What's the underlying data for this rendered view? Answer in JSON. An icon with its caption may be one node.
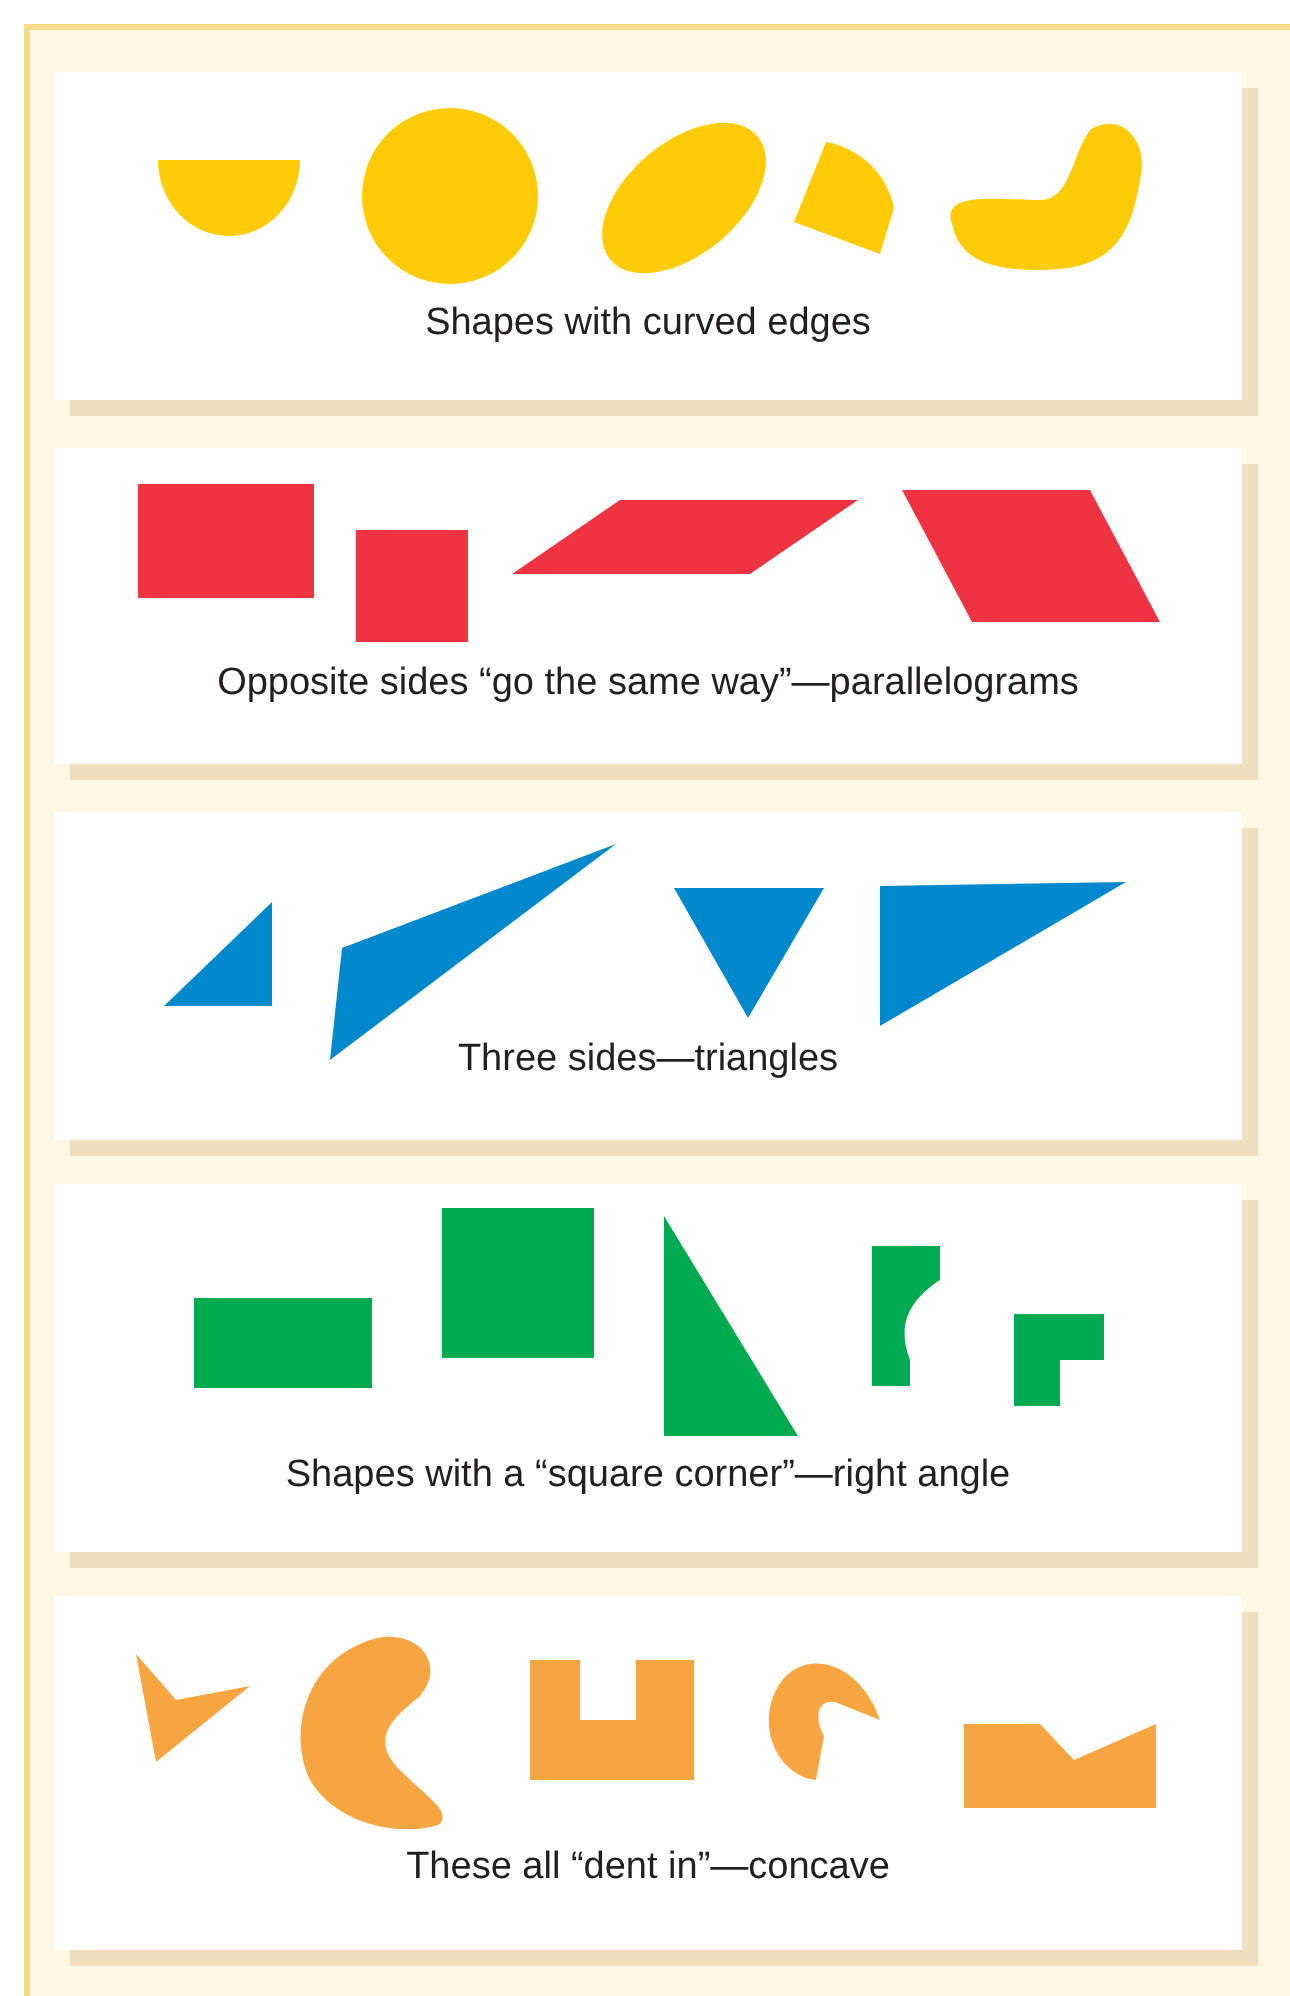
{
  "diagram": {
    "nodes": [
      {
        "text": [
          "Shapes with curved edges"
        ]
      },
      {
        "text": [
          "Opposite sides “go the same way”—parallelograms"
        ]
      },
      {
        "text": [
          "Three sides—triangles"
        ]
      },
      {
        "text": [
          "Shapes with a “square corner”—right angle"
        ]
      },
      {
        "text": [
          "These all “dent in”—concave"
        ]
      }
    ]
  }
}
